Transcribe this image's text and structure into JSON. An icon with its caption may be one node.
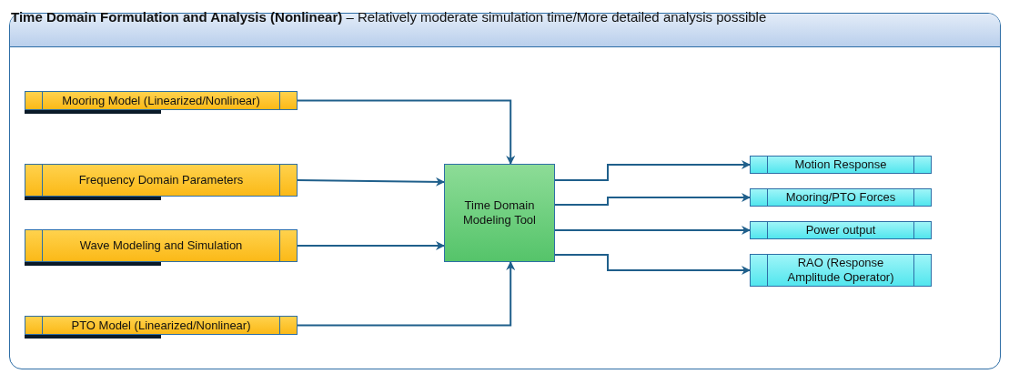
{
  "diagram": {
    "title": "**Time Domain Formulation and Analysis (Nonlinear)** – Relatively moderate simulation time/More detailed analysis possible",
    "nodes": [
      {
        "text": [
          "Mooring Model (Linearized/Nonlinear)"
        ]
      },
      {
        "text": [
          "Frequency Domain Parameters"
        ]
      },
      {
        "text": [
          "Wave Modeling and Simulation"
        ]
      },
      {
        "text": [
          "PTO Model (Linearized/Nonlinear)"
        ]
      },
      {
        "text": [
          "Time Domain Modeling Tool"
        ]
      },
      {
        "text": [
          "Motion Response"
        ]
      },
      {
        "text": [
          "Mooring/PTO Forces"
        ]
      },
      {
        "text": [
          "Power output"
        ]
      },
      {
        "text": [
          "RAO (Response Amplitude Operator)"
        ]
      }
    ],
    "edges": [
      {
        "from": 0,
        "to": 4,
        "arrow": "to"
      },
      {
        "from": 1,
        "to": 4,
        "arrow": "to"
      },
      {
        "from": 2,
        "to": 4,
        "arrow": "to"
      },
      {
        "from": 3,
        "to": 4,
        "arrow": "to"
      },
      {
        "from": 4,
        "to": 5,
        "arrow": "to"
      },
      {
        "from": 4,
        "to": 6,
        "arrow": "to"
      },
      {
        "from": 4,
        "to": 7,
        "arrow": "to"
      },
      {
        "from": 4,
        "to": 8,
        "arrow": "to"
      }
    ]
  }
}
